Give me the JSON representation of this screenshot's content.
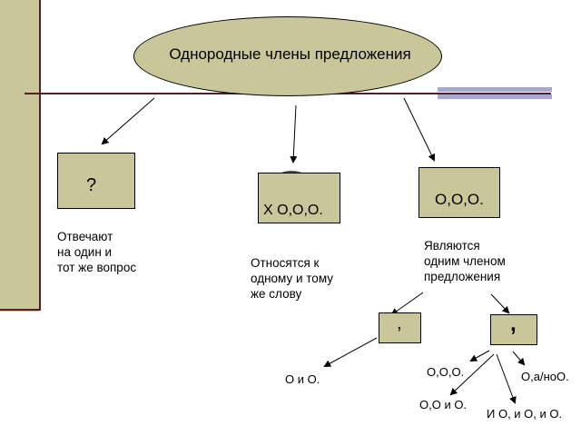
{
  "title": "Однородные члены предложения",
  "branches": {
    "left": {
      "box": "?",
      "desc": [
        "Отвечают",
        "на один и",
        "тот же вопрос"
      ]
    },
    "middle": {
      "box": "Х О,О,О.",
      "desc": [
        "Относятся к",
        "одному и тому",
        "же слову"
      ]
    },
    "right": {
      "box": "О,О,О.",
      "desc": [
        "Являются",
        "одним членом",
        "предложения"
      ]
    }
  },
  "punctuation": {
    "no_comma": {
      "box": ",",
      "example": "О и О."
    },
    "comma": {
      "box": ",",
      "examples": [
        "О,О,О.",
        "О,а/ноО.",
        "О,О и О.",
        "И О, и О, и О."
      ]
    }
  },
  "colors": {
    "fill": "#c9c79a",
    "rule": "#5a1a2a",
    "accent": "#a9a9d0"
  }
}
